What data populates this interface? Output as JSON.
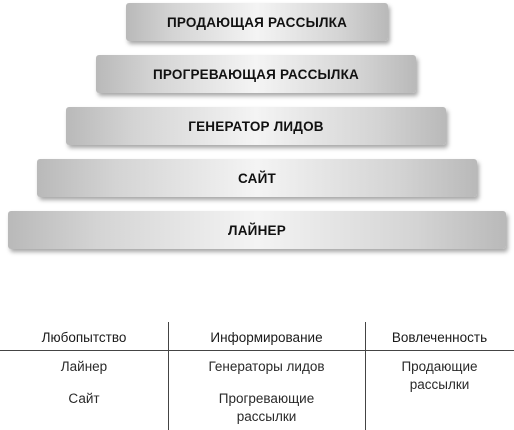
{
  "pyramid": {
    "tiers": [
      "ПРОДАЮЩАЯ РАССЫЛКА",
      "ПРОГРЕВАЮЩАЯ РАССЫЛКА",
      "ГЕНЕРАТОР ЛИДОВ",
      "САЙТ",
      "ЛАЙНЕР"
    ]
  },
  "table": {
    "headers": [
      "Любопытство",
      "Информирование",
      "Вовлеченность"
    ],
    "columns": [
      [
        "Лайнер",
        "Сайт"
      ],
      [
        "Генераторы лидов",
        "Прогревающие рассылки"
      ],
      [
        "Продающие рассылки"
      ]
    ]
  }
}
